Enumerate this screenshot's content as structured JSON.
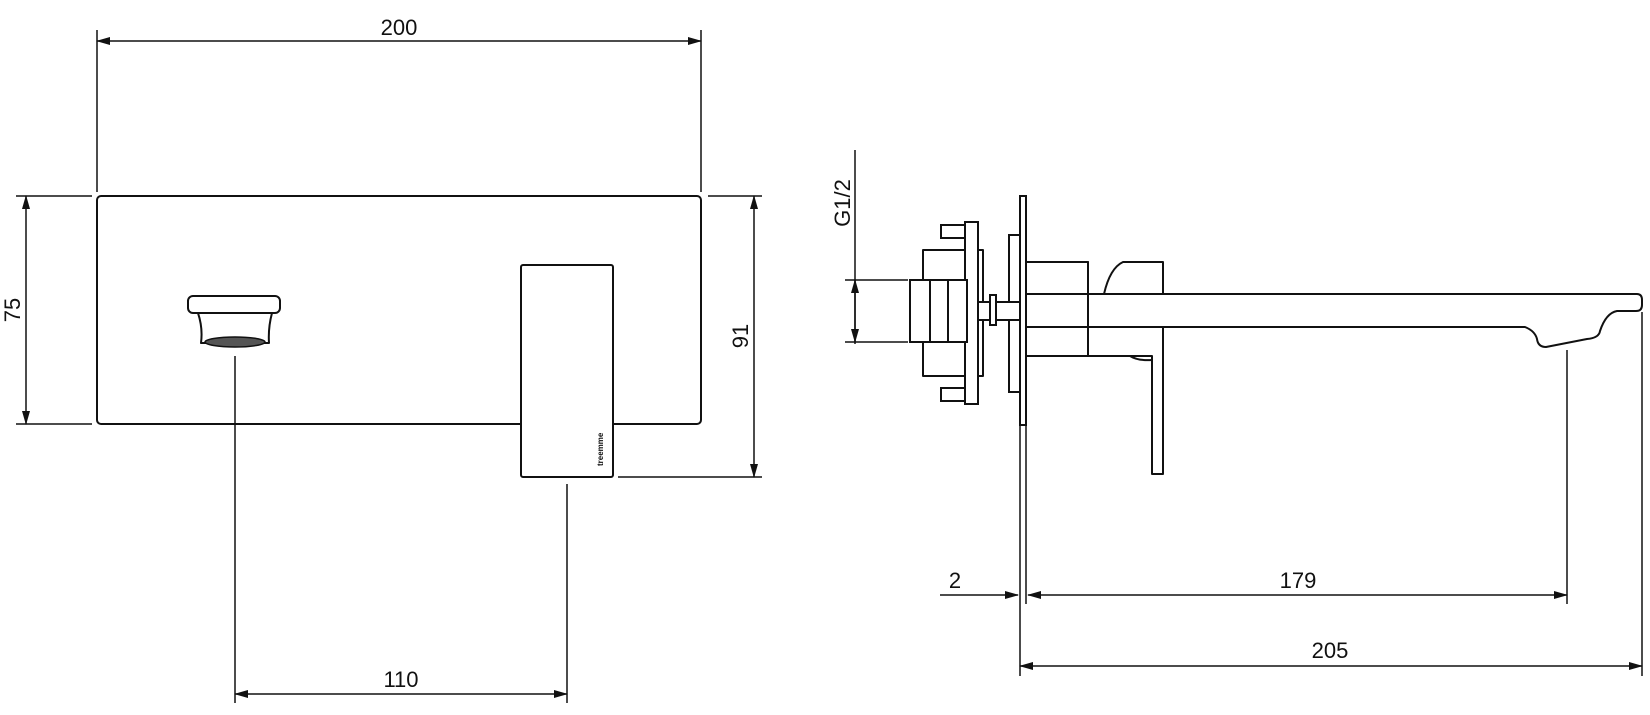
{
  "front_view": {
    "width_label": "200",
    "height_plate_label": "75",
    "height_overall_label": "91",
    "spout_to_handle_label": "110",
    "brand_mark": "treemme"
  },
  "side_view": {
    "thread_label": "G1/2",
    "plate_thickness_label": "2",
    "spout_projection_label": "179",
    "overall_depth_label": "205"
  }
}
